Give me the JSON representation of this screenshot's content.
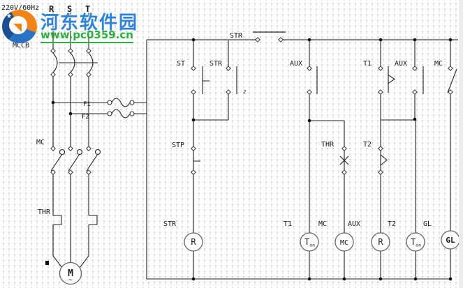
{
  "watermark": {
    "site_name": "河东软件园",
    "site_url": "www.pc0359.cn",
    "name_color": "#2e82d6",
    "url_color": "#2fae3f",
    "logo_orange": "#f08419",
    "logo_blue": "#2a72c4",
    "logo_dark_blue": "#1c4e91",
    "star": "★",
    "arrow": "◥"
  },
  "power": {
    "supply": "220V/60Hz",
    "phases": [
      {
        "label": "R",
        "color": "#b22222"
      },
      {
        "label": "S",
        "color": "#1e8a1e"
      },
      {
        "label": "T",
        "color": "#8383c4"
      }
    ],
    "breaker": "MCCB",
    "fuses": [
      "F1",
      "F2"
    ],
    "contactor": "MC",
    "overload": "THR",
    "motor": "M",
    "motor_tilde": "~"
  },
  "ladder": {
    "seal_contact": "STR",
    "contacts_top": [
      "ST",
      "STR",
      "AUX",
      "T1",
      "AUX",
      "MC"
    ],
    "contacts_mid": [
      "STP",
      "THR",
      "T2"
    ],
    "coil_labels": [
      "STR",
      "T1",
      "MC",
      "AUX",
      "T2",
      "GL"
    ],
    "coil_symbols": [
      {
        "main": "R",
        "sub": ""
      },
      {
        "main": "T",
        "sub": "on"
      },
      {
        "main": "MC",
        "sub": ""
      },
      {
        "main": "R",
        "sub": ""
      },
      {
        "main": "T",
        "sub": "on"
      },
      {
        "main": "GL",
        "sub": ""
      }
    ],
    "gl_color": "#55cc55",
    "note": "z",
    "note_color": "#cc3333",
    "wire_color": "#222222",
    "rail_color": "#8a8a8a"
  }
}
